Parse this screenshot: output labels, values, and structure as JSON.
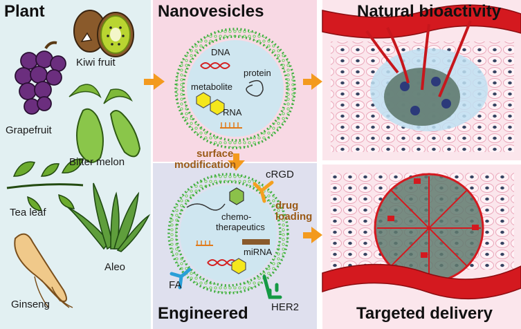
{
  "panels": {
    "plant_title": "Plant",
    "nanovesicles_title": "Nanovesicles",
    "natural_title": "Natural bioactivity",
    "engineered_title": "Engineered",
    "targeted_title": "Targeted delivery"
  },
  "plants": {
    "kiwi": "Kiwi fruit",
    "grapefruit": "Grapefruit",
    "bitter_melon": "Bitter melon",
    "tea_leaf": "Tea leaf",
    "aleo": "Aleo",
    "ginseng": "Ginseng"
  },
  "nanovesicle_contents": {
    "dna": "DNA",
    "protein": "protein",
    "metabolite": "metabolite",
    "rna": "RNA"
  },
  "engineering": {
    "surface_line1": "surface",
    "surface_line2": "modification",
    "drug_line1": "drug",
    "drug_line2": "loading",
    "crgd": "cRGD",
    "chemo_line1": "chemo-",
    "chemo_line2": "therapeutics",
    "mirna": "miRNA",
    "fa": "FA",
    "her2": "HER2"
  },
  "colors": {
    "plant_bg": "#e2f0f2",
    "nano_bg": "#f8d9e4",
    "engineered_bg": "#dfe0ee",
    "tissue_bg": "#fbe6ec",
    "vessel": "#d4191f",
    "membrane": "#3fae3f",
    "arrow": "#f39a1e",
    "label_brown": "#9a5a17"
  }
}
